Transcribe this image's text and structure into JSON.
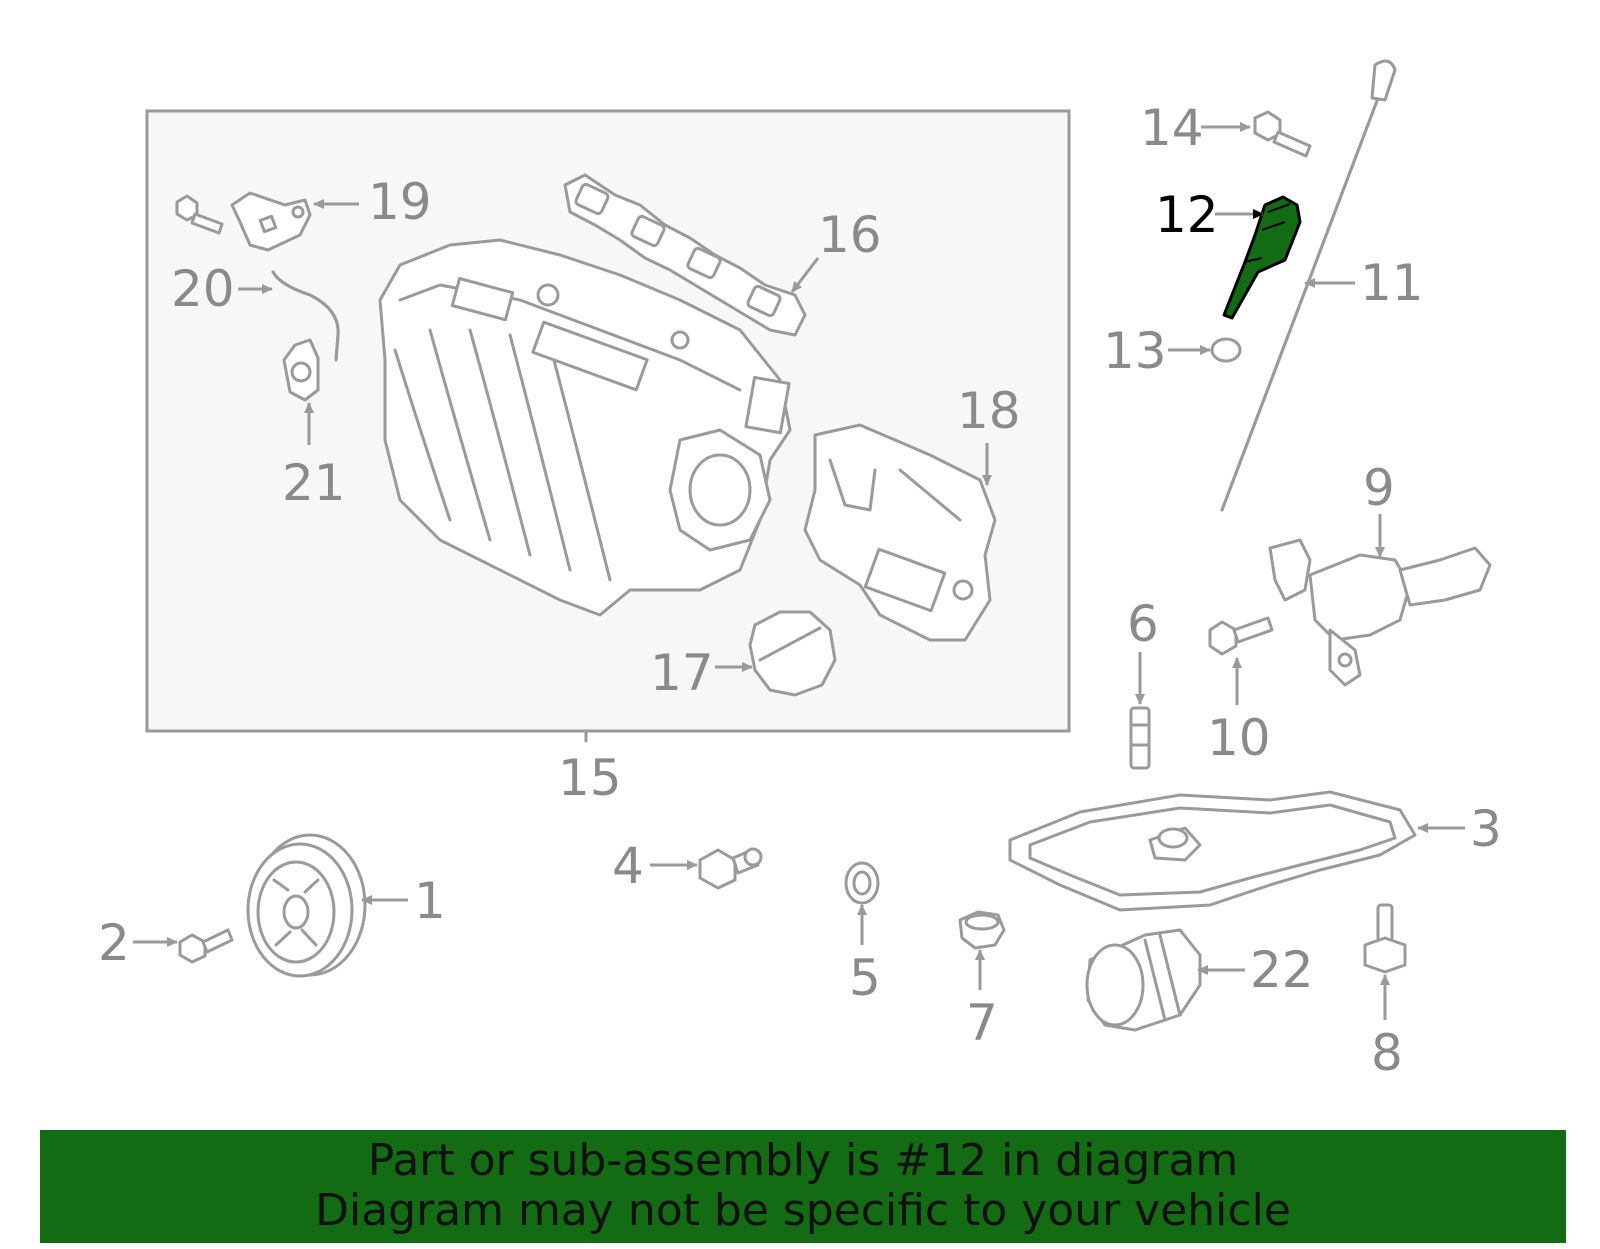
{
  "highlight_color": "#136b13",
  "highlighted_part": "12",
  "callouts": [
    "1",
    "2",
    "3",
    "4",
    "5",
    "6",
    "7",
    "8",
    "9",
    "10",
    "11",
    "12",
    "13",
    "14",
    "15",
    "16",
    "17",
    "18",
    "19",
    "20",
    "21",
    "22"
  ],
  "banner": {
    "line1": "Part or sub-assembly is #12 in diagram",
    "line2": "Diagram may not be specific to your vehicle"
  }
}
